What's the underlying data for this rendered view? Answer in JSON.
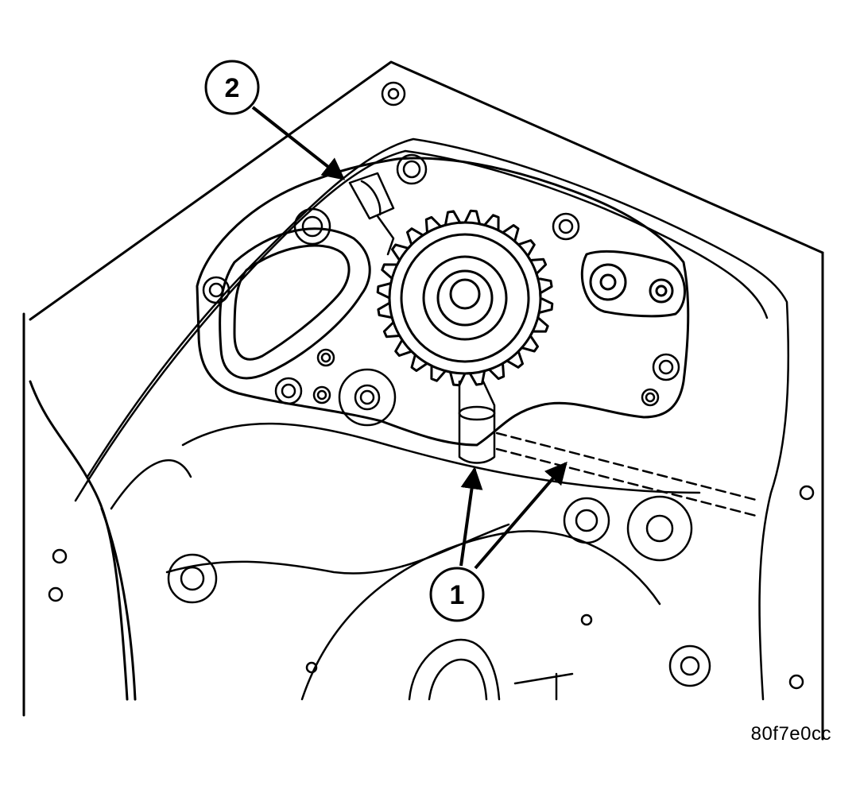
{
  "callouts": [
    {
      "label": "1"
    },
    {
      "label": "2"
    }
  ],
  "figure_id": "80f7e0cc",
  "colors": {
    "line": "#000000",
    "background": "#ffffff"
  }
}
